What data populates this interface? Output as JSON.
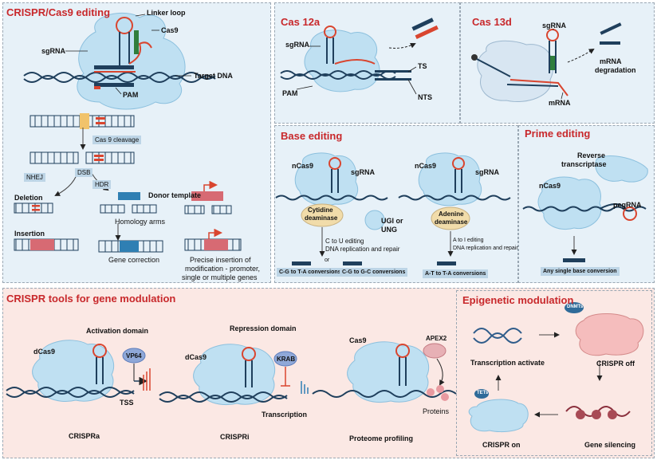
{
  "panels": {
    "crispr_cas9": {
      "title": "CRISPR/Cas9 editing",
      "labels": {
        "linker_loop": "Linker loop",
        "cas9": "Cas9",
        "sgrna": "sgRNA",
        "target_dna": "Target DNA",
        "pam": "PAM",
        "cas9_cleavage": "Cas 9 cleavage",
        "nhej": "NHEJ",
        "dsb": "DSB",
        "hdr": "HDR",
        "donor_template": "Donor template",
        "deletion": "Deletion",
        "homology_arms": "Homology arms",
        "insertion": "Insertion",
        "gene_correction": "Gene correction",
        "precise_insertion": [
          "Precise insertion of",
          "modification - promoter,",
          "single or multiple genes"
        ]
      }
    },
    "cas12a": {
      "title": "Cas 12a",
      "labels": {
        "sgrna": "sgRNA",
        "pam": "PAM",
        "ts": "TS",
        "nts": "NTS"
      }
    },
    "cas13d": {
      "title": "Cas 13d",
      "labels": {
        "sgrna": "sgRNA",
        "mrna_degradation": [
          "mRNA",
          "degradation"
        ],
        "mrna": "mRNA"
      }
    },
    "base_editing": {
      "title": "Base editing",
      "labels": {
        "ncas9_left": "nCas9",
        "sgrna_left": "sgRNA",
        "ncas9_right": "nCas9",
        "sgrna_right": "sgRNA",
        "cytidine_deaminase": [
          "Cytidine",
          "deaminase"
        ],
        "ugi_or_ung": [
          "UGI or",
          "UNG"
        ],
        "adenine_deaminase": [
          "Adenine",
          "deaminase"
        ],
        "c_to_u": [
          "C to U editing",
          "DNA replication and repair"
        ],
        "a_to_i": [
          "A to I editing",
          "DNA replication and repair"
        ],
        "conv_ct": "C-G to T-A conversions",
        "conv_cg": "C-G to G-C conversions",
        "conv_at": "A-T to T-A conversions",
        "or": "or"
      }
    },
    "prime_editing": {
      "title": "Prime editing",
      "labels": {
        "reverse_transcriptase": [
          "Reverse",
          "transcriptase"
        ],
        "ncas9": "nCas9",
        "pegrna": "pegRNA",
        "any_single_base": "Any single base conversion"
      }
    },
    "gene_modulation": {
      "title": "CRISPR tools for gene modulation",
      "labels": {
        "activation_domain": "Activation domain",
        "dcas9_a": "dCas9",
        "vp64": "VP64",
        "tss": "TSS",
        "crispra": "CRISPRa",
        "repression_domain": "Repression domain",
        "dcas9_i": "dCas9",
        "krab": "KRAB",
        "transcription": "Transcription",
        "crispri": "CRISPRi",
        "cas9_p": "Cas9",
        "apex2": "APEX2",
        "proteins": "Proteins",
        "proteome_profiling": "Proteome profiling"
      }
    },
    "epigenetic": {
      "title": "Epigenetic modulation",
      "labels": {
        "dnmts": "DNMTs",
        "transcription_activate": "Transcription activate",
        "crispr_off": "CRISPR off",
        "tets": "TETs",
        "crispr_on": "CRISPR on",
        "gene_silencing": "Gene silencing"
      }
    }
  },
  "colors": {
    "title": "#c8282b",
    "panel_blue": "#e7f1f8",
    "panel_pink": "#fbe8e4",
    "protein": "#bfe0f2",
    "rna": "#d9452f",
    "dna": "#1f3f5c",
    "deaminase": "#f1dcaa",
    "tag": "#bdd5e6"
  }
}
